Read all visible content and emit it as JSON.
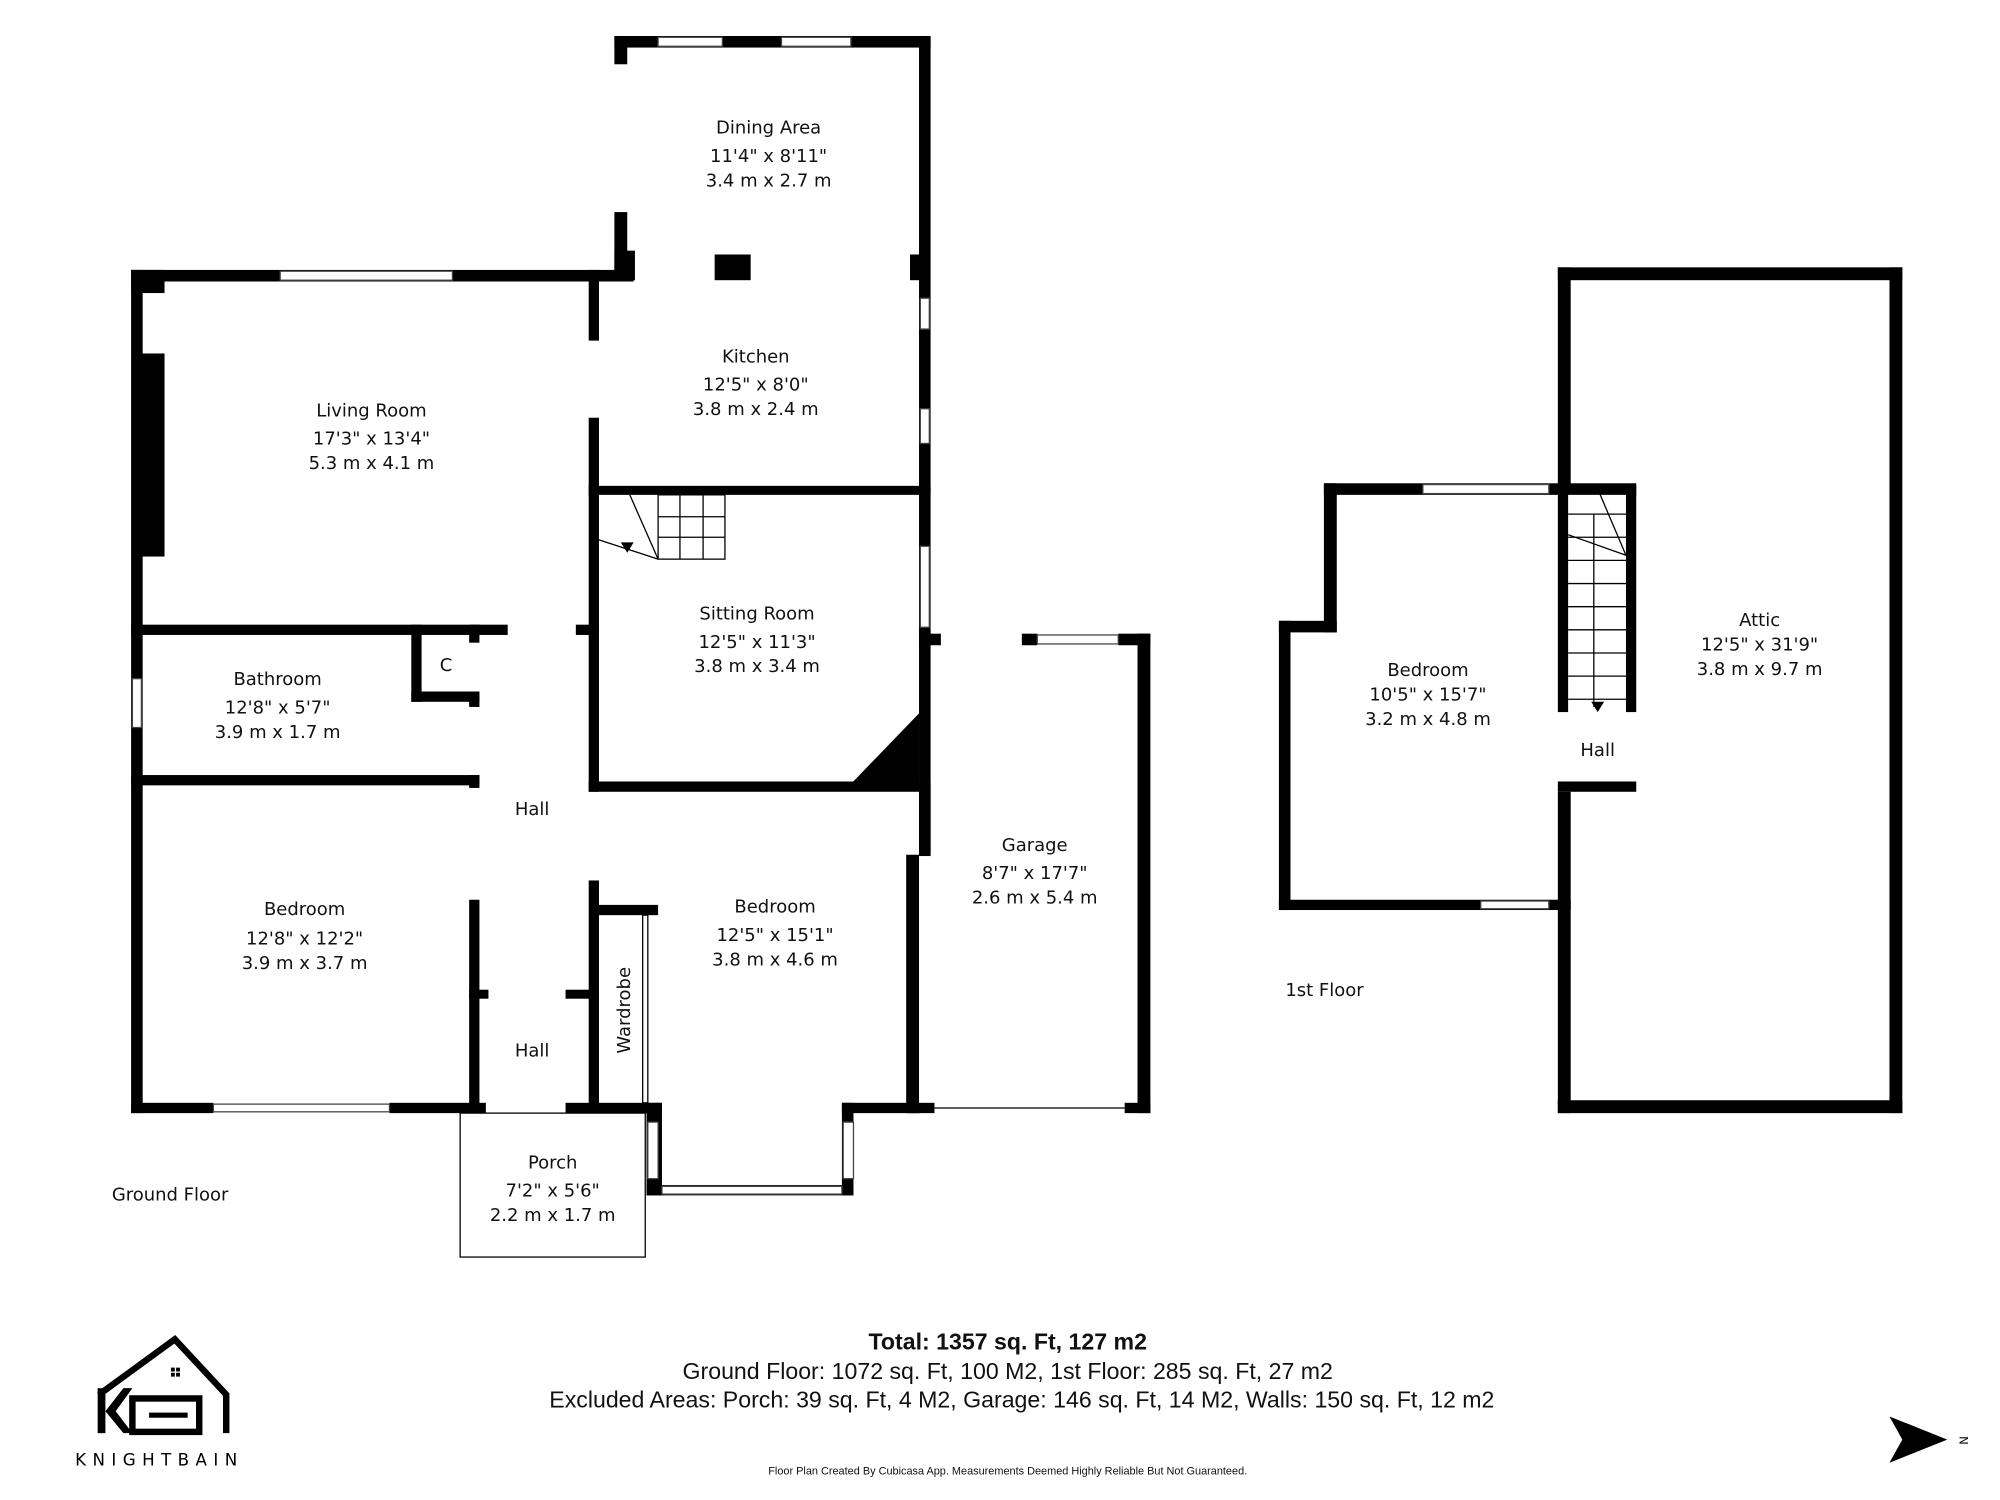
{
  "ground_floor": {
    "label": "Ground Floor",
    "rooms": [
      {
        "name": "Dining Area",
        "imperial": "11'4\" x 8'11\"",
        "metric": "3.4 m x 2.7 m"
      },
      {
        "name": "Kitchen",
        "imperial": "12'5\" x 8'0\"",
        "metric": "3.8 m x 2.4 m"
      },
      {
        "name": "Living Room",
        "imperial": "17'3\" x 13'4\"",
        "metric": "5.3 m x 4.1 m"
      },
      {
        "name": "Sitting Room",
        "imperial": "12'5\" x 11'3\"",
        "metric": "3.8 m x 3.4 m"
      },
      {
        "name": "Bathroom",
        "imperial": "12'8\" x 5'7\"",
        "metric": "3.9 m x 1.7 m"
      },
      {
        "name": "Bedroom",
        "imperial": "12'8\" x 12'2\"",
        "metric": "3.9 m x 3.7 m"
      },
      {
        "name": "Bedroom",
        "imperial": "12'5\" x 15'1\"",
        "metric": "3.8 m x 4.6 m"
      },
      {
        "name": "Garage",
        "imperial": "8'7\" x 17'7\"",
        "metric": "2.6 m x 5.4 m"
      },
      {
        "name": "Porch",
        "imperial": "7'2\" x 5'6\"",
        "metric": "2.2 m x 1.7 m"
      }
    ],
    "small_labels": {
      "closet": "C",
      "hall_upper": "Hall",
      "hall_lower": "Hall",
      "wardrobe": "Wardrobe"
    }
  },
  "first_floor": {
    "label": "1st Floor",
    "rooms": [
      {
        "name": "Bedroom",
        "imperial": "10'5\" x 15'7\"",
        "metric": "3.2 m x 4.8 m"
      },
      {
        "name": "Attic",
        "imperial": "12'5\" x 31'9\"",
        "metric": "3.8 m x 9.7 m"
      }
    ],
    "hall": "Hall"
  },
  "summary": {
    "total": "Total: 1357 sq. Ft, 127 m2",
    "floors": "Ground Floor: 1072 sq. Ft, 100 M2, 1st Floor: 285 sq. Ft, 27 m2",
    "excluded": "Excluded Areas: Porch: 39 sq. Ft, 4 M2, Garage: 146 sq. Ft, 14 M2, Walls: 150 sq. Ft, 12 m2",
    "disclaimer": "Floor Plan Created By Cubicasa App. Measurements Deemed Highly Reliable But Not Guaranteed."
  },
  "logo": {
    "text": "KNIGHTBAIN",
    "icon": "house-kb-logo"
  },
  "compass": {
    "label": "N",
    "icon": "north-arrow-icon"
  }
}
